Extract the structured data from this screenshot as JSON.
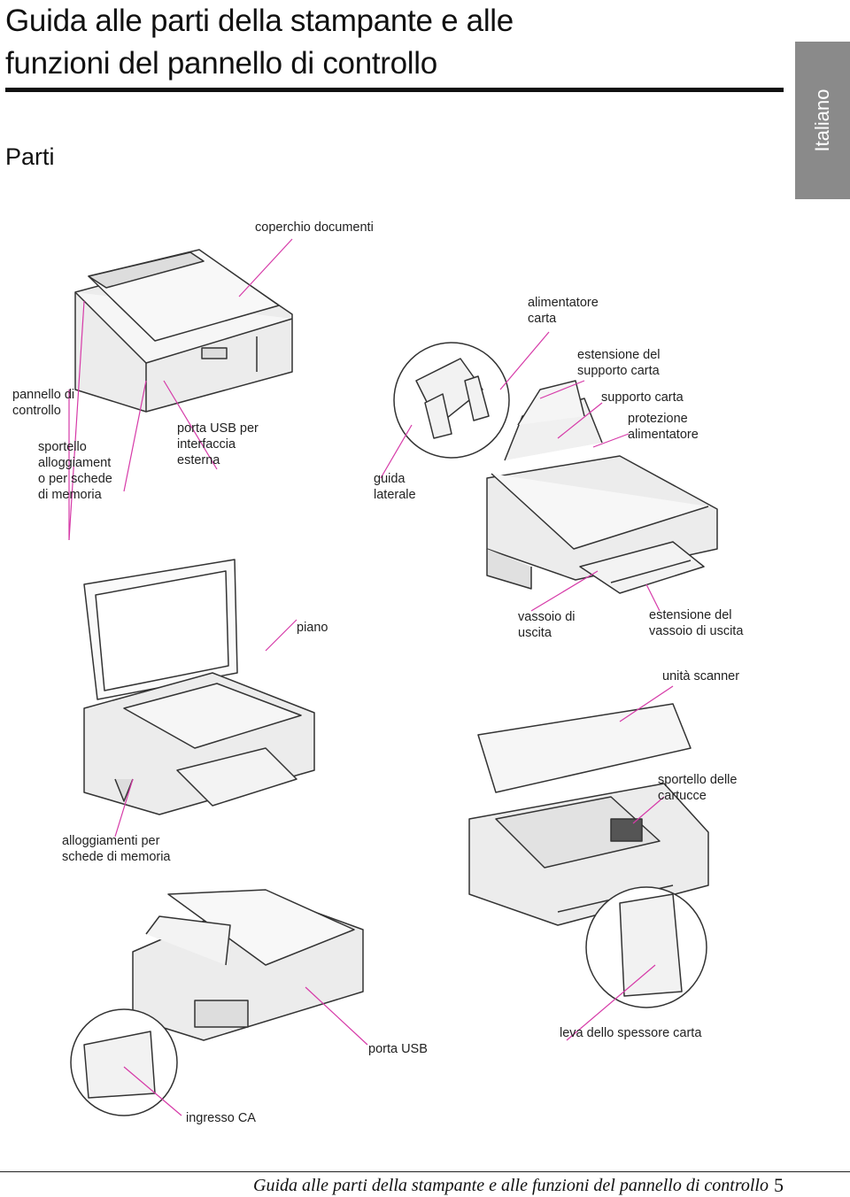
{
  "header": {
    "title_line1": "Guida alle parti della stampante e alle",
    "title_line2": "funzioni del pannello di controllo",
    "section": "Parti",
    "language_tab": "Italiano"
  },
  "labels": {
    "coperchio": "coperchio documenti",
    "alimentatore_1": "alimentatore",
    "alimentatore_2": "carta",
    "estensione_supporto_1": "estensione del",
    "estensione_supporto_2": "supporto carta",
    "pannello_1": "pannello di",
    "pannello_2": "controllo",
    "supporto": "supporto carta",
    "protezione_1": "protezione",
    "protezione_2": "alimentatore",
    "sportello_mem_1": "sportello",
    "sportello_mem_2": "alloggiament",
    "sportello_mem_3": "o per schede",
    "sportello_mem_4": "di memoria",
    "porta_usb_int_1": "porta USB per",
    "porta_usb_int_2": "interfaccia",
    "porta_usb_int_3": "esterna",
    "guida_1": "guida",
    "guida_2": "laterale",
    "piano": "piano",
    "vassoio_1": "vassoio di",
    "vassoio_2": "uscita",
    "estensione_vassoio_1": "estensione del",
    "estensione_vassoio_2": "vassoio di uscita",
    "scanner": "unità scanner",
    "cartucce_1": "sportello delle",
    "cartucce_2": "cartucce",
    "alloggiamenti_1": "alloggiamenti per",
    "alloggiamenti_2": "schede di memoria",
    "porta_usb": "porta USB",
    "leva": "leva dello spessore carta",
    "ingresso": "ingresso CA"
  },
  "footer": {
    "text": "Guida alle parti della stampante e alle funzioni del pannello di controllo",
    "page": "5"
  },
  "colors": {
    "leader": "#d63aa8",
    "tab": "#8a8a8a",
    "outline": "#333333",
    "fill": "#e9e9e9"
  }
}
